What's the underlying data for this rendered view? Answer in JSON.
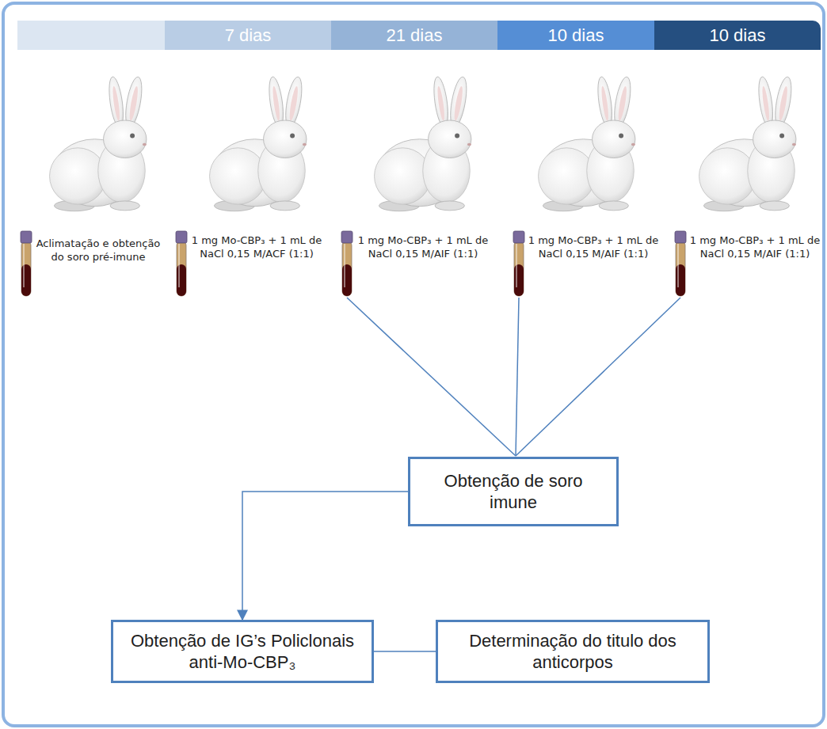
{
  "diagram": {
    "nodes": [
      {
        "text": [
          "7 dias"
        ]
      },
      {
        "text": [
          "21 dias"
        ]
      },
      {
        "text": [
          "10 dias"
        ]
      },
      {
        "text": [
          "10 dias"
        ]
      },
      {
        "text": [
          "Obtenção de soro imune"
        ]
      },
      {
        "text": [
          "Obtenção de IG’s Policlonais anti-Mo-CBP₃"
        ]
      },
      {
        "text": [
          "Determinação do titulo dos anticorpos"
        ]
      }
    ],
    "edges": [
      {
        "from": 4,
        "to": 5,
        "arrow": "to"
      },
      {
        "from": 5,
        "to": 6,
        "arrow": "none"
      }
    ],
    "labels": [
      "Aclimatação e obtenção do soro pré-imune",
      "1 mg Mo-CBP₃ + 1 mL de NaCl 0,15 M/ACF (1:1)",
      "1 mg Mo-CBP₃ + 1 mL de NaCl 0,15 M/AIF (1:1)",
      "1 mg Mo-CBP₃ + 1 mL de NaCl 0,15 M/AIF (1:1)",
      "1 mg Mo-CBP₃ + 1 mL de NaCl 0,15 M/AIF (1:1)"
    ]
  }
}
